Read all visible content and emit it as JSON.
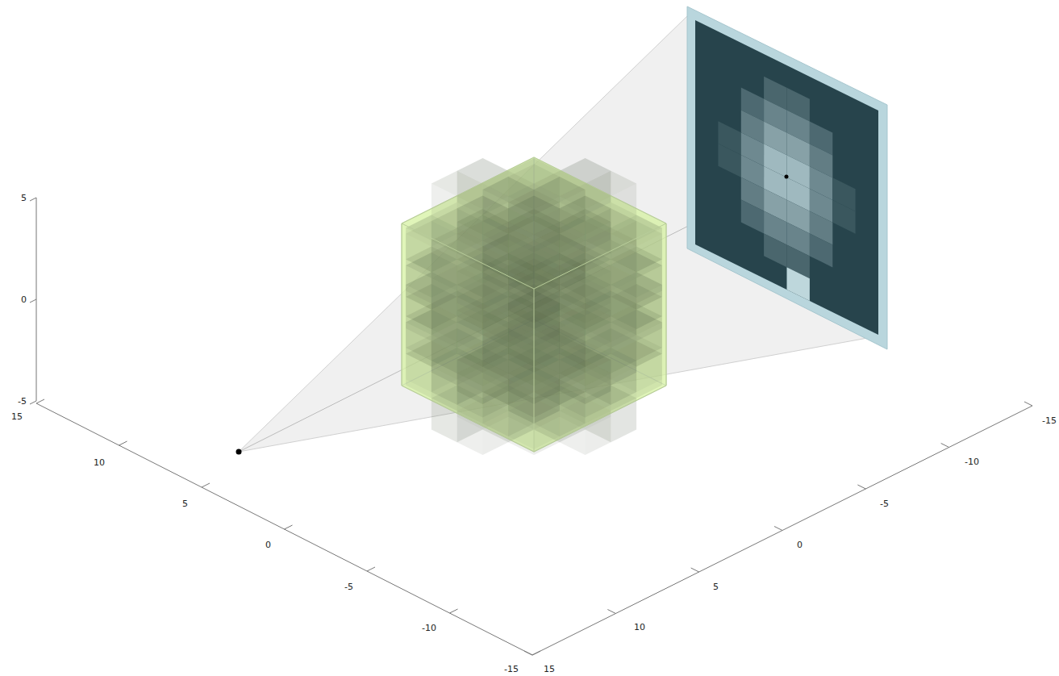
{
  "diagram": {
    "labels": [
      "5",
      "0",
      "-5",
      "15",
      "10",
      "5",
      "0",
      "-5",
      "-10",
      "-15",
      "15",
      "10",
      "5",
      "0",
      "-5",
      "-10",
      "-15"
    ]
  }
}
